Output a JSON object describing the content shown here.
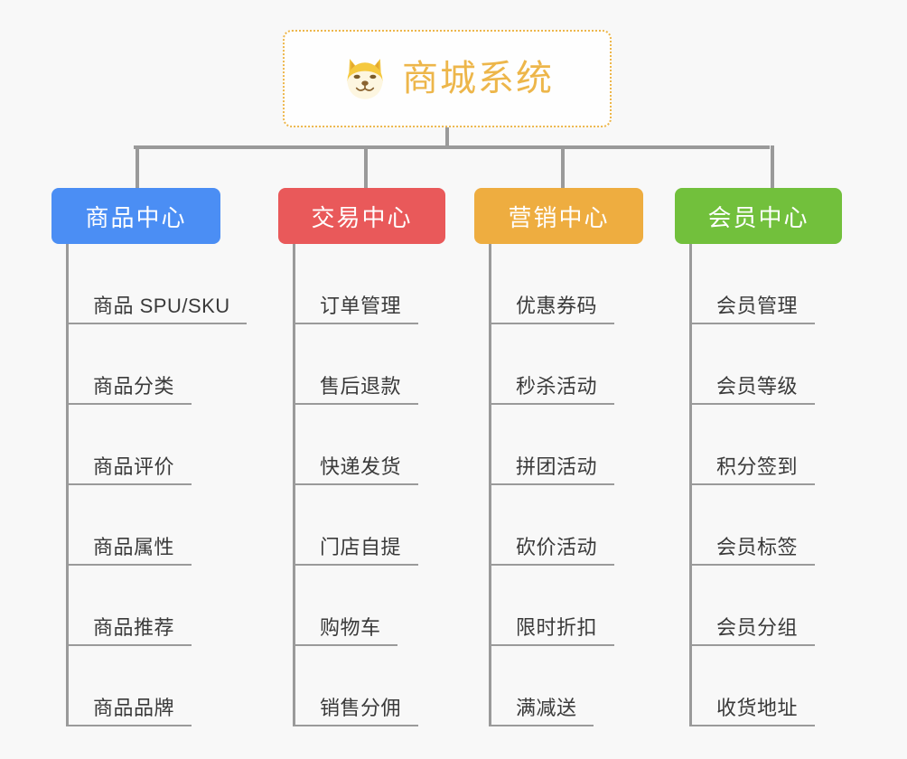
{
  "root": {
    "title": "商城系统",
    "icon": "shiba-dog-face-icon",
    "border_color": "#edb64a",
    "text_color": "#edb64a",
    "background": "#fefefe"
  },
  "canvas": {
    "background": "#f8f8f8",
    "connector_color": "#9a9a9a"
  },
  "categories": [
    {
      "label": "商品中心",
      "color": "#4b8ef4",
      "items": [
        {
          "label": "商品 SPU/SKU"
        },
        {
          "label": "商品分类"
        },
        {
          "label": "商品评价"
        },
        {
          "label": "商品属性"
        },
        {
          "label": "商品推荐"
        },
        {
          "label": "商品品牌"
        }
      ]
    },
    {
      "label": "交易中心",
      "color": "#e9595a",
      "items": [
        {
          "label": "订单管理"
        },
        {
          "label": "售后退款"
        },
        {
          "label": "快递发货"
        },
        {
          "label": "门店自提"
        },
        {
          "label": "购物车"
        },
        {
          "label": "销售分佣"
        }
      ]
    },
    {
      "label": "营销中心",
      "color": "#eead40",
      "items": [
        {
          "label": "优惠券码"
        },
        {
          "label": "秒杀活动"
        },
        {
          "label": "拼团活动"
        },
        {
          "label": "砍价活动"
        },
        {
          "label": "限时折扣"
        },
        {
          "label": "满减送"
        }
      ]
    },
    {
      "label": "会员中心",
      "color": "#72c03c",
      "items": [
        {
          "label": "会员管理"
        },
        {
          "label": "会员等级"
        },
        {
          "label": "积分签到"
        },
        {
          "label": "会员标签"
        },
        {
          "label": "会员分组"
        },
        {
          "label": "收货地址"
        }
      ]
    }
  ]
}
